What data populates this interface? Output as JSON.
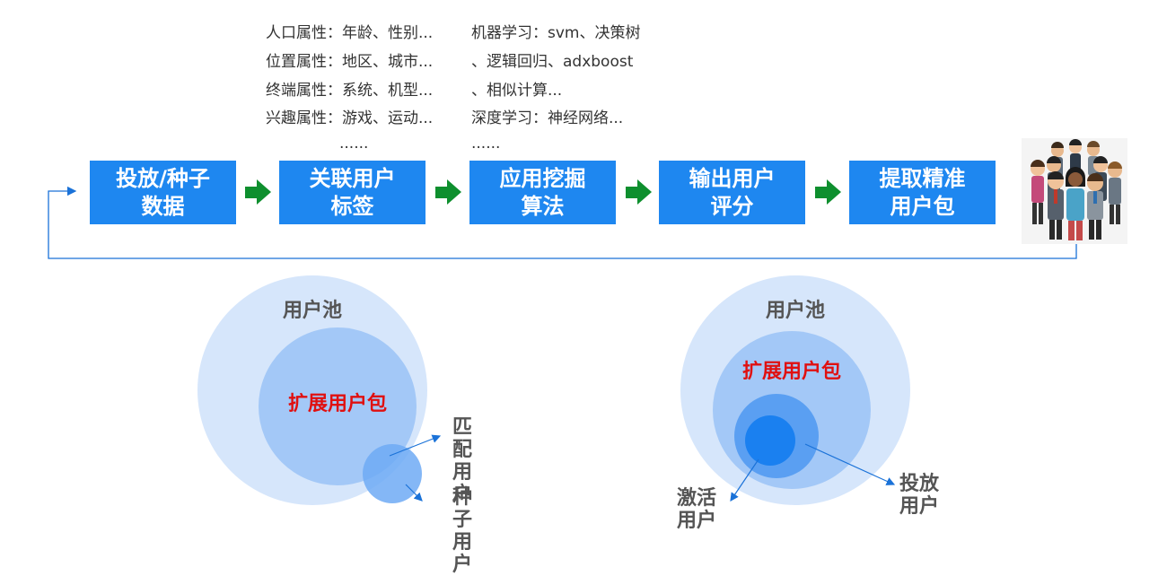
{
  "attributes": [
    "人口属性：年龄、性别...",
    "位置属性：地区、城市...",
    "终端属性：系统、机型...",
    "兴趣属性：游戏、运动...",
    "......"
  ],
  "algorithms": [
    "机器学习：svm、决策树",
    "、逻辑回归、adxboost",
    "、相似计算...",
    "深度学习：神经网络...",
    "......"
  ],
  "steps": [
    {
      "line1": "投放/种子",
      "line2": "数据"
    },
    {
      "line1": "关联用户",
      "line2": "标签"
    },
    {
      "line1": "应用挖掘",
      "line2": "算法"
    },
    {
      "line1": "输出用户",
      "line2": "评分"
    },
    {
      "line1": "提取精准",
      "line2": "用户包"
    }
  ],
  "left_venn": {
    "pool": "用户池",
    "extended": "扩展用户包",
    "matched": {
      "line1": "匹配",
      "line2": "用户"
    },
    "seed": {
      "line1": "种子",
      "line2": "用户"
    }
  },
  "right_venn": {
    "pool": "用户池",
    "extended": "扩展用户包",
    "activated": {
      "line1": "激活",
      "line2": "用户"
    },
    "delivered": {
      "line1": "投放",
      "line2": "用户"
    }
  },
  "colors": {
    "step_box": "#1e87f0",
    "arrow": "#0e8f2e",
    "pool_circle": "#d6e6fb",
    "extended_circle": "#a3c8f7",
    "seed_circle": "#6eaaf5",
    "active_circle": "#1a80f0",
    "highlight_text": "#e01010"
  },
  "icons": [
    "people-crowd-icon"
  ]
}
